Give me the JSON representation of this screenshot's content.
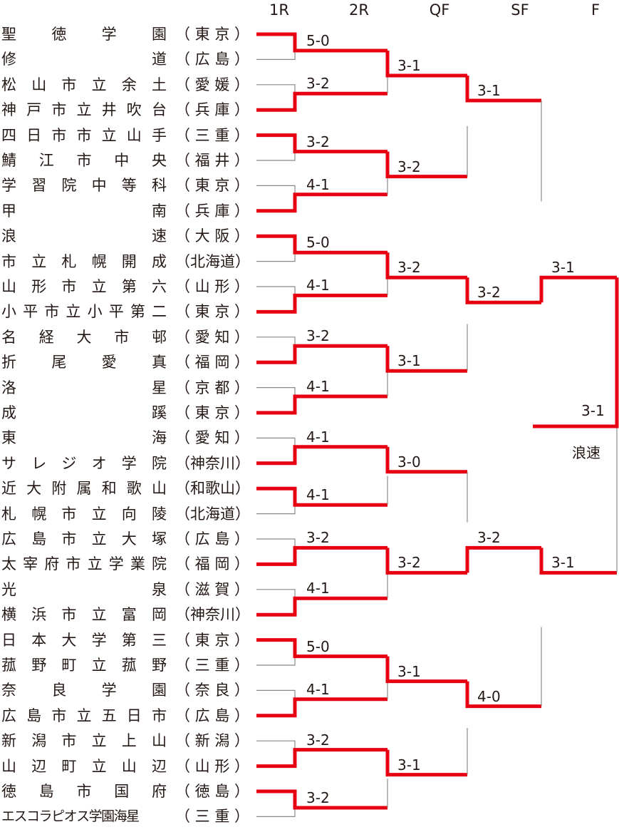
{
  "rounds": [
    "1R",
    "2R",
    "QF",
    "SF",
    "F"
  ],
  "colors": {
    "win": "#e60012",
    "lose": "#888888",
    "text": "#231815"
  },
  "teams": [
    {
      "name": "聖徳学園",
      "pref": "東京"
    },
    {
      "name": "修道",
      "pref": "広島"
    },
    {
      "name": "松山市立余土",
      "pref": "愛媛"
    },
    {
      "name": "神戸市立井吹台",
      "pref": "兵庫"
    },
    {
      "name": "四日市市立山手",
      "pref": "三重"
    },
    {
      "name": "鯖江市中央",
      "pref": "福井"
    },
    {
      "name": "学習院中等科",
      "pref": "東京"
    },
    {
      "name": "甲南",
      "pref": "兵庫"
    },
    {
      "name": "浪速",
      "pref": "大阪"
    },
    {
      "name": "市立札幌開成",
      "pref": "北海道"
    },
    {
      "name": "山形市立第六",
      "pref": "山形"
    },
    {
      "name": "小平市立小平第二",
      "pref": "東京"
    },
    {
      "name": "名経大市邨",
      "pref": "愛知"
    },
    {
      "name": "折尾愛真",
      "pref": "福岡"
    },
    {
      "name": "洛星",
      "pref": "京都"
    },
    {
      "name": "成蹊",
      "pref": "東京"
    },
    {
      "name": "東海",
      "pref": "愛知"
    },
    {
      "name": "サレジオ学院",
      "pref": "神奈川"
    },
    {
      "name": "近大附属和歌山",
      "pref": "和歌山"
    },
    {
      "name": "札幌市立向陵",
      "pref": "北海道"
    },
    {
      "name": "広島市立大塚",
      "pref": "広島"
    },
    {
      "name": "太宰府市立学業院",
      "pref": "福岡"
    },
    {
      "name": "光泉",
      "pref": "滋賀"
    },
    {
      "name": "横浜市立富岡",
      "pref": "神奈川"
    },
    {
      "name": "日本大学第三",
      "pref": "東京"
    },
    {
      "name": "菰野町立菰野",
      "pref": "三重"
    },
    {
      "name": "奈良学園",
      "pref": "奈良"
    },
    {
      "name": "広島市立五日市",
      "pref": "広島"
    },
    {
      "name": "新潟市立上山",
      "pref": "新潟"
    },
    {
      "name": "山辺町立山辺",
      "pref": "山形"
    },
    {
      "name": "徳島市国府",
      "pref": "徳島"
    },
    {
      "name": "エスコラピオス学園海星",
      "pref": "三重"
    }
  ],
  "matches": {
    "r1": [
      {
        "score": "5-0",
        "winner": 0
      },
      {
        "score": "3-2",
        "winner": 1
      },
      {
        "score": "3-2",
        "winner": 0
      },
      {
        "score": "4-1",
        "winner": 1
      },
      {
        "score": "5-0",
        "winner": 0
      },
      {
        "score": "4-1",
        "winner": 1
      },
      {
        "score": "3-2",
        "winner": 1
      },
      {
        "score": "4-1",
        "winner": 1
      },
      {
        "score": "4-1",
        "winner": 1
      },
      {
        "score": "4-1",
        "winner": 0
      },
      {
        "score": "3-2",
        "winner": 1
      },
      {
        "score": "4-1",
        "winner": 1
      },
      {
        "score": "5-0",
        "winner": 0
      },
      {
        "score": "4-1",
        "winner": 1
      },
      {
        "score": "3-2",
        "winner": 1
      },
      {
        "score": "3-2",
        "winner": 0
      }
    ],
    "r2": [
      {
        "score": "3-1",
        "winner": 0
      },
      {
        "score": "3-2",
        "winner": 0
      },
      {
        "score": "3-2",
        "winner": 0
      },
      {
        "score": "3-1",
        "winner": 0
      },
      {
        "score": "3-0",
        "winner": 0
      },
      {
        "score": "3-2",
        "winner": 0
      },
      {
        "score": "3-1",
        "winner": 0
      },
      {
        "score": "3-1",
        "winner": 0
      }
    ],
    "qf": [
      {
        "score": "3-1",
        "winner": 0
      },
      {
        "score": "3-2",
        "winner": 0
      },
      {
        "score": "3-2",
        "winner": 1
      },
      {
        "score": "4-0",
        "winner": 0
      }
    ],
    "sf": [
      {
        "score": "3-1",
        "winner": 1
      },
      {
        "score": "3-1",
        "winner": 0
      }
    ],
    "final": {
      "score": "3-1",
      "winner": 0
    }
  },
  "champion": "浪速"
}
